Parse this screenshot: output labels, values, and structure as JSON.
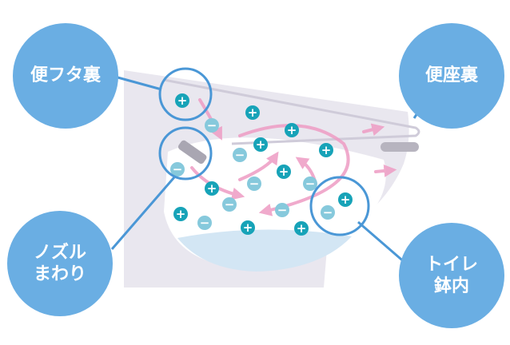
{
  "labels": {
    "lid_back": "便フタ裏",
    "seat_back": "便座裏",
    "nozzle_line1": "ノズル",
    "nozzle_line2": "まわり",
    "bowl_line1": "トイレ",
    "bowl_line2": "鉢内"
  },
  "ion_symbols": {
    "plus": "+",
    "minus": "−"
  },
  "colors": {
    "bubble": "#6aaee3",
    "ring": "#4a97d6",
    "ion": "#17a3b8",
    "ion_minus": "#86c9dc",
    "arrow": "#ee9cc4",
    "toilet": "#e9e7ef",
    "water": "#d3e6f4"
  }
}
